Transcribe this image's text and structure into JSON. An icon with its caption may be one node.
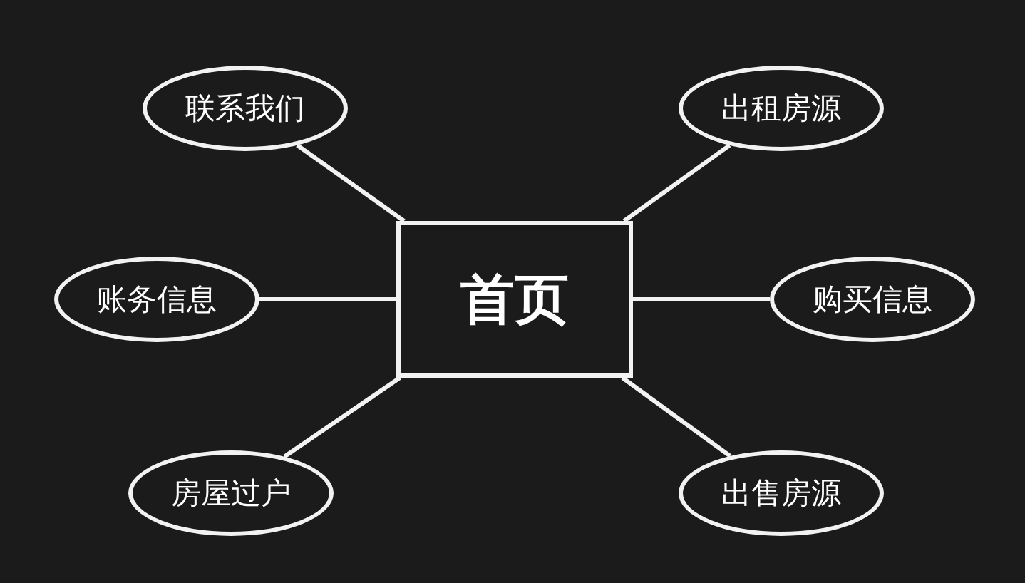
{
  "diagram": {
    "nodes": [
      {
        "text": [
          "首页"
        ]
      },
      {
        "text": [
          "联系我们"
        ]
      },
      {
        "text": [
          "出租房源"
        ]
      },
      {
        "text": [
          "账务信息"
        ]
      },
      {
        "text": [
          "购买信息"
        ]
      },
      {
        "text": [
          "房屋过户"
        ]
      },
      {
        "text": [
          "出售房源"
        ]
      }
    ],
    "edges": [
      {
        "from": 0,
        "to": 1,
        "arrow": "none"
      },
      {
        "from": 0,
        "to": 2,
        "arrow": "none"
      },
      {
        "from": 0,
        "to": 3,
        "arrow": "none"
      },
      {
        "from": 0,
        "to": 4,
        "arrow": "none"
      },
      {
        "from": 0,
        "to": 5,
        "arrow": "none"
      },
      {
        "from": 0,
        "to": 6,
        "arrow": "none"
      }
    ]
  }
}
